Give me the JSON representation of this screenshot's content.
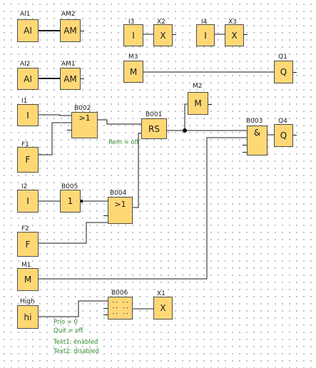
{
  "blocks": {
    "ai1": {
      "label": "AI1",
      "symbol": "AI"
    },
    "am2": {
      "label": "AM2",
      "symbol": "AM"
    },
    "ai2": {
      "label": "AI2",
      "symbol": "AI"
    },
    "am1": {
      "label": "AM1",
      "symbol": "AM"
    },
    "i3": {
      "label": "I3",
      "symbol": "I"
    },
    "x2": {
      "label": "X2",
      "symbol": "X"
    },
    "i4": {
      "label": "I4",
      "symbol": "I"
    },
    "x3": {
      "label": "X3",
      "symbol": "X"
    },
    "m3": {
      "label": "M3",
      "symbol": "M"
    },
    "q1": {
      "label": "Q1",
      "symbol": "Q"
    },
    "i1": {
      "label": "I1",
      "symbol": "I"
    },
    "b002": {
      "label": "B002",
      "symbol": ">1"
    },
    "b001": {
      "label": "B001",
      "symbol": "RS"
    },
    "m2": {
      "label": "M2",
      "symbol": "M"
    },
    "b003": {
      "label": "B003",
      "symbol": "&"
    },
    "q4": {
      "label": "Q4",
      "symbol": "Q"
    },
    "f1": {
      "label": "F1",
      "symbol": "F"
    },
    "i2": {
      "label": "I2",
      "symbol": "I"
    },
    "b005": {
      "label": "B005",
      "symbol": "1"
    },
    "b004": {
      "label": "B004",
      "symbol": ">1"
    },
    "f2": {
      "label": "F2",
      "symbol": "F"
    },
    "m1": {
      "label": "M1",
      "symbol": "M"
    },
    "high": {
      "label": "High",
      "symbol": "hi"
    },
    "b006": {
      "label": "B006",
      "symbol": "-- --"
    },
    "x1": {
      "label": "X1",
      "symbol": "X"
    }
  },
  "params": {
    "b001_rem": "Rem = off",
    "b006": [
      "Prio = 0",
      "Quit = off",
      "Text1: enabled",
      "Text2: disabled"
    ]
  }
}
